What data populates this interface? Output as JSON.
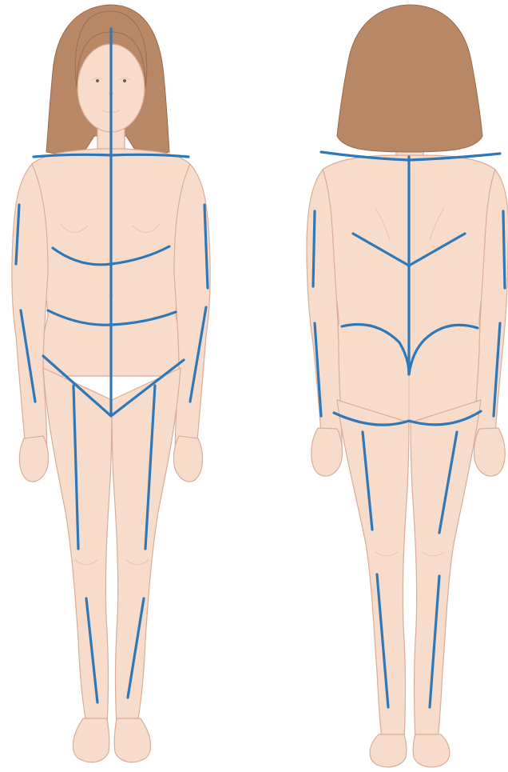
{
  "colors": {
    "background": "#ffffff",
    "skin": "#f7dccb",
    "skin_outline": "#d9ad98",
    "shadow": "#e8bba6",
    "hair": "#b88766",
    "hair_dark": "#9a6c4f",
    "guide_lines": "#2f78b8"
  },
  "figures": [
    {
      "name": "front-view",
      "hair": "shoulder-length",
      "guide_line_color": "blue"
    },
    {
      "name": "back-view",
      "hair": "shoulder-length",
      "guide_line_color": "blue"
    }
  ]
}
